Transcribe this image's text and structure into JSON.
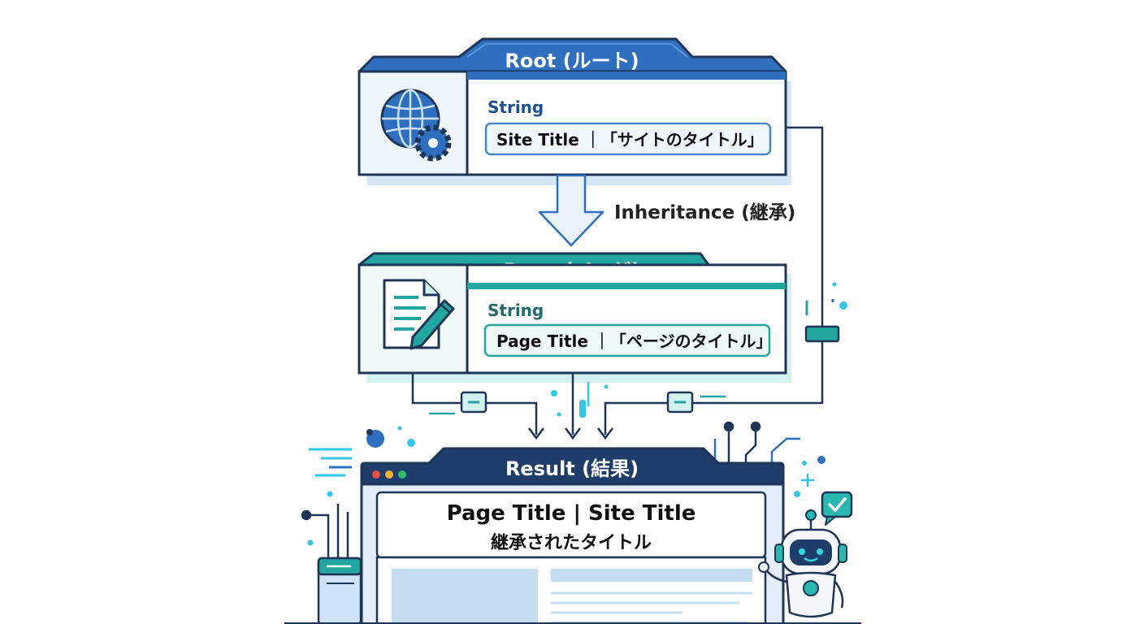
{
  "root_card": {
    "header": "Root (ルート)",
    "type_label": "String",
    "value": "Site Title ｜「サイトのタイトル」"
  },
  "inheritance_label": "Inheritance (継承)",
  "page_card": {
    "header": "Page (ページ)",
    "type_label": "String",
    "value": "Page Title ｜「ページのタイトル」"
  },
  "result_window": {
    "header": "Result (結果)",
    "title_line": "Page Title | Site Title",
    "subtitle_line": "継承されたタイトル"
  },
  "colors": {
    "root_accent": "#2f6fc0",
    "page_accent": "#23a6a0",
    "result_accent": "#1e3d6b",
    "outline": "#1e3558",
    "shadow_blue": "#d5e7f7",
    "shadow_teal": "#d3f1ef",
    "robot_accent": "#2ab7b0"
  },
  "icons": [
    "globe-gear-icon",
    "document-pencil-icon",
    "robot-icon",
    "checkmark-bubble-icon"
  ]
}
